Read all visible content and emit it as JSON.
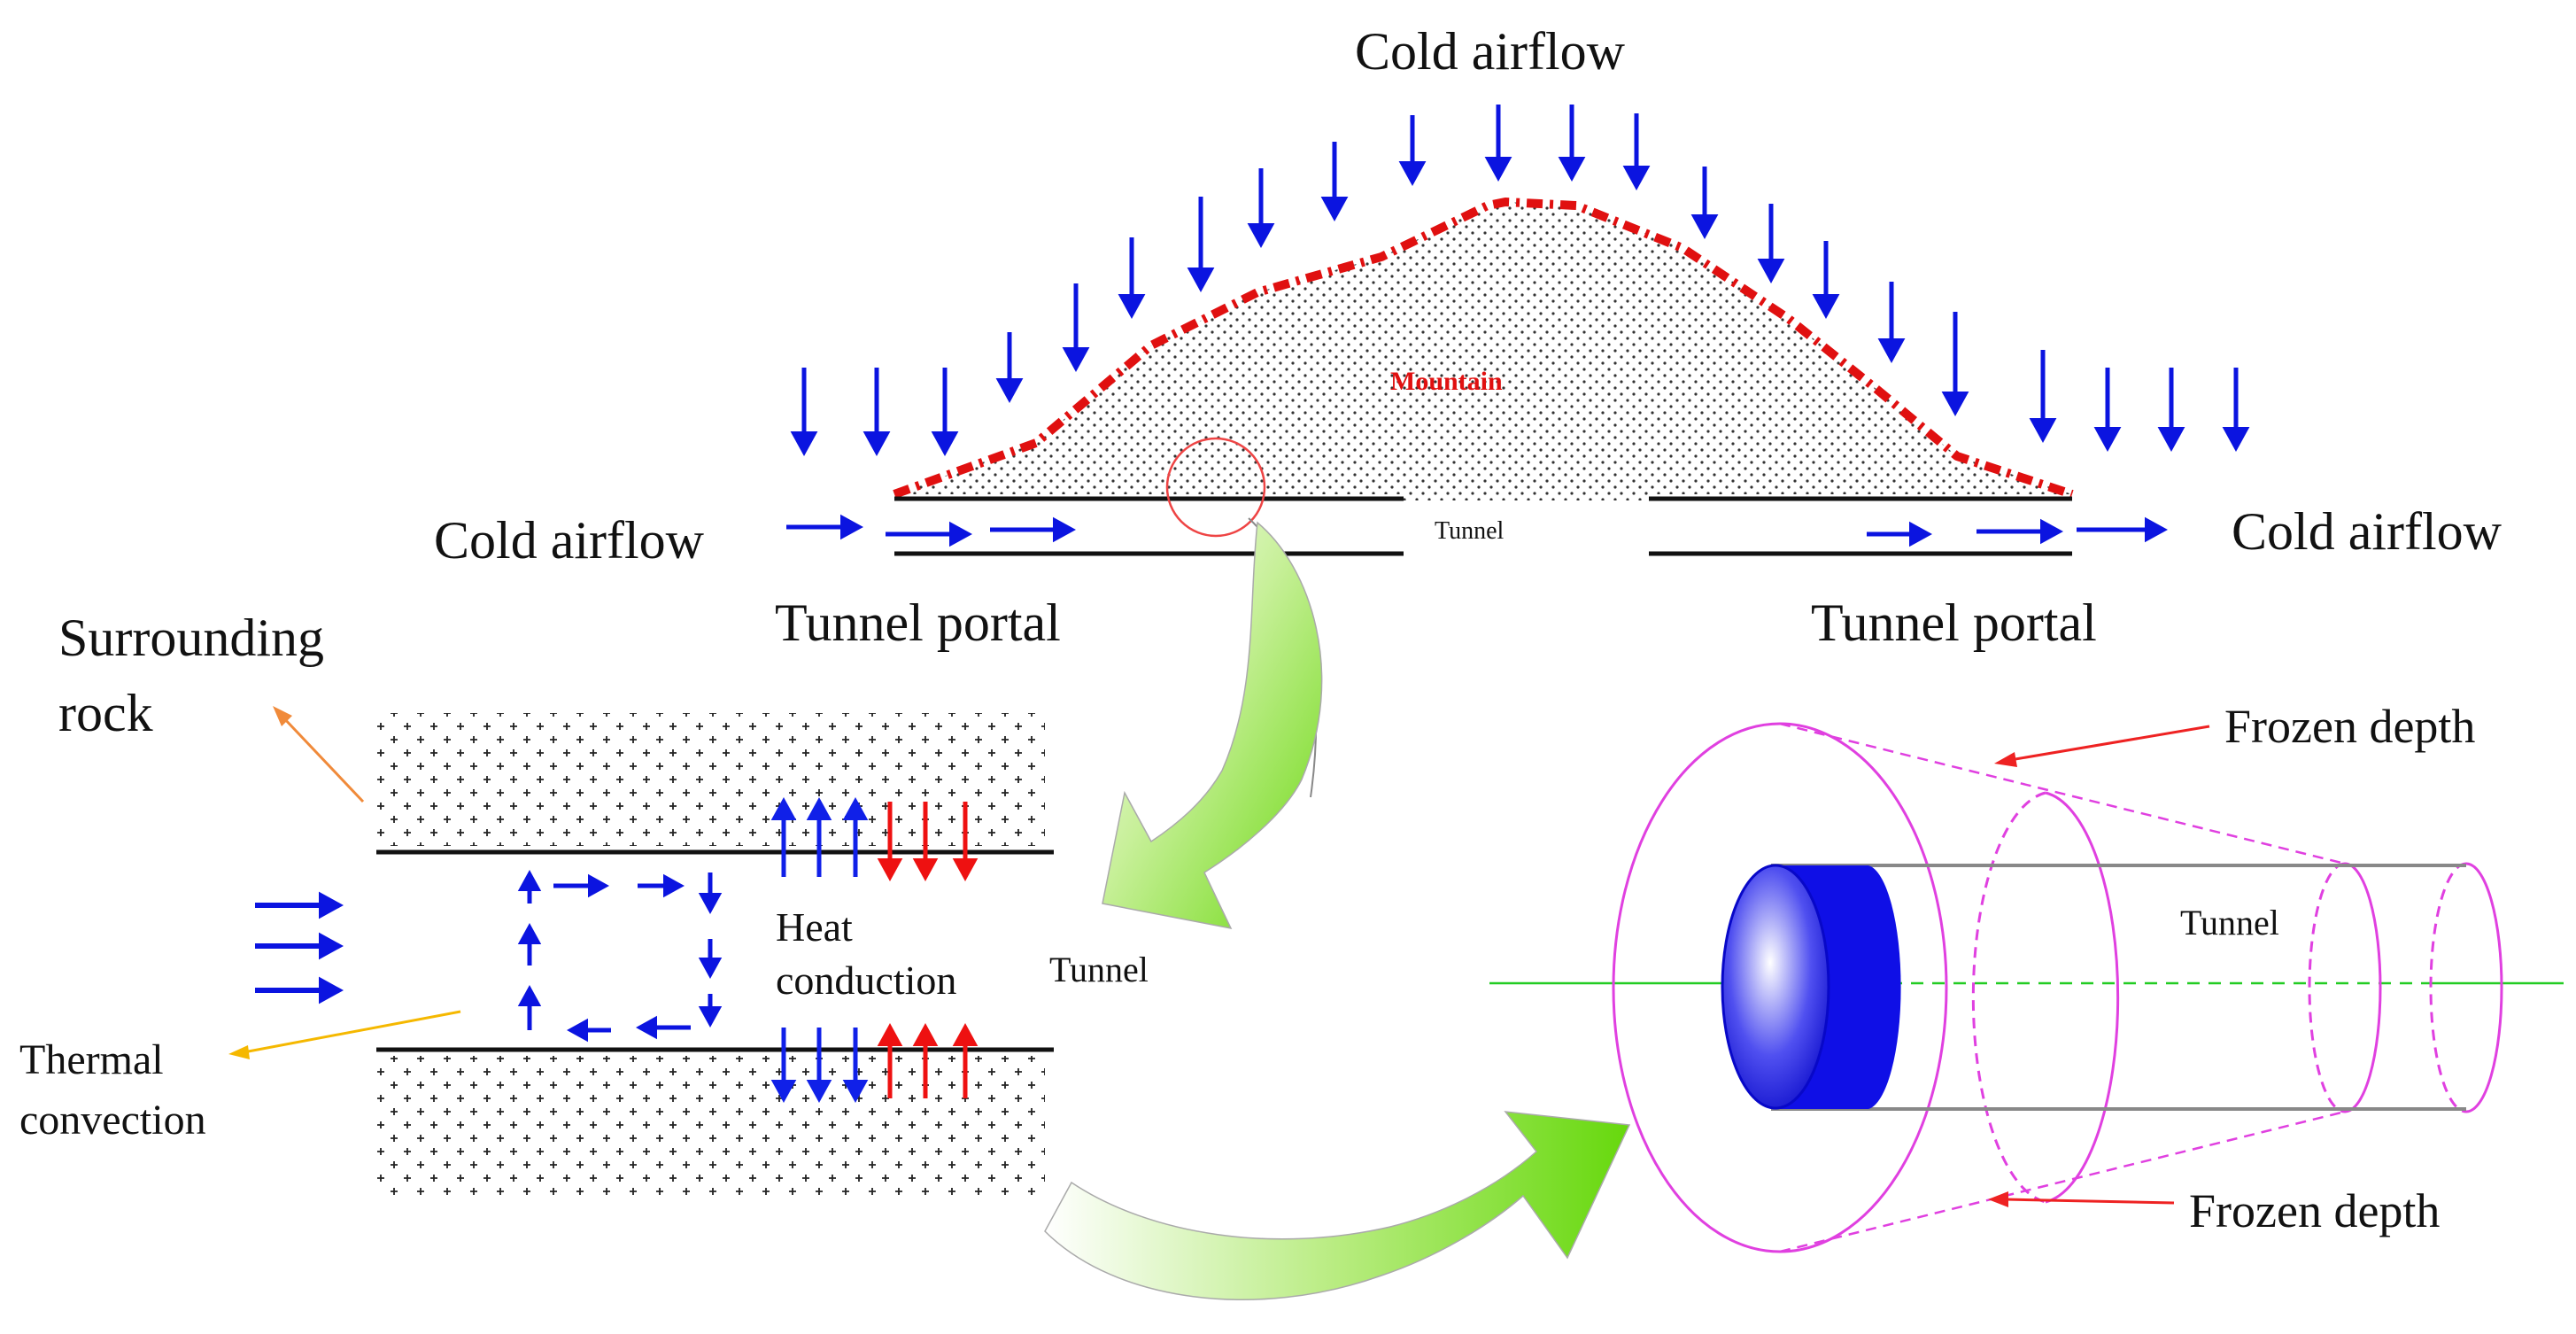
{
  "labels": {
    "cold_airflow_top": "Cold airflow",
    "cold_airflow_left": "Cold airflow",
    "cold_airflow_right": "Cold airflow",
    "mountain": "Mountain",
    "tunnel_main": "Tunnel",
    "tunnel_portal_left": "Tunnel portal",
    "tunnel_portal_right": "Tunnel portal",
    "surrounding_rock_line1": "Surrounding",
    "surrounding_rock_line2": "rock",
    "heat_line1": "Heat",
    "heat_line2": "conduction",
    "tunnel_detail": "Tunnel",
    "thermal_line1": "Thermal",
    "thermal_line2": "convection",
    "frozen_depth_top": "Frozen depth",
    "frozen_depth_bottom": "Frozen depth",
    "tunnel_3d": "Tunnel"
  },
  "colors": {
    "airflow_arrow": "#0b14e0",
    "heat_up_arrow": "#1020e8",
    "heat_down_red": "#ee1111",
    "mountain_outline": "#e01010",
    "mountain_label": "#e01010",
    "frozen_outline": "#e040e0",
    "axis_line": "#22cc22",
    "big_arrow": "#7ee01e",
    "rock_leader": "#f08a3a",
    "convection_leader": "#f5b800",
    "frozen_leader": "#ee2222",
    "tunnel_face": "#0f0fe6"
  }
}
